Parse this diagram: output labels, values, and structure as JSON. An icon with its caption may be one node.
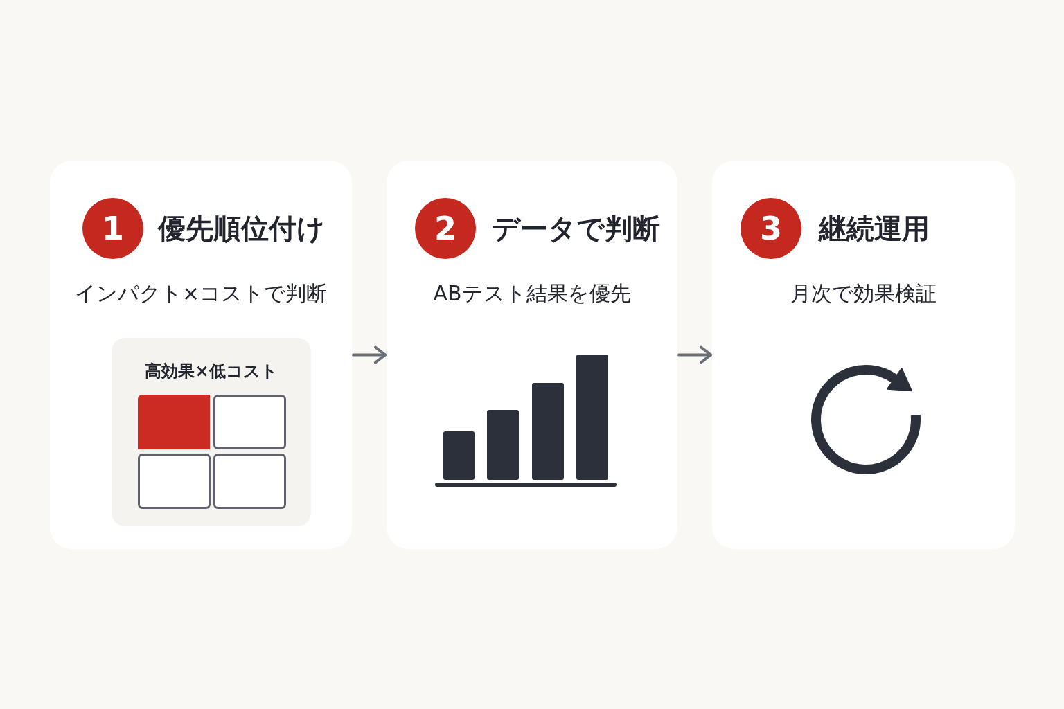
{
  "diagram": {
    "nodes": [
      {
        "text": [
          "優先順位付け",
          "インパクト×コストで判断"
        ]
      },
      {
        "text": [
          "1"
        ],
        "in": 0
      },
      {
        "text": [
          "高効果×低コスト"
        ],
        "in": 0
      },
      {
        "text": [
          "データで判断",
          "ABテスト結果を優先"
        ]
      },
      {
        "text": [
          "2"
        ],
        "in": 3
      },
      {
        "text": [
          "継続運用",
          "月次で効果検証"
        ]
      },
      {
        "text": [
          "3"
        ],
        "in": 5
      }
    ],
    "edges": [
      {
        "from": 0,
        "to": 3,
        "arrow": "to"
      },
      {
        "from": 3,
        "to": 5,
        "arrow": "to"
      }
    ]
  }
}
